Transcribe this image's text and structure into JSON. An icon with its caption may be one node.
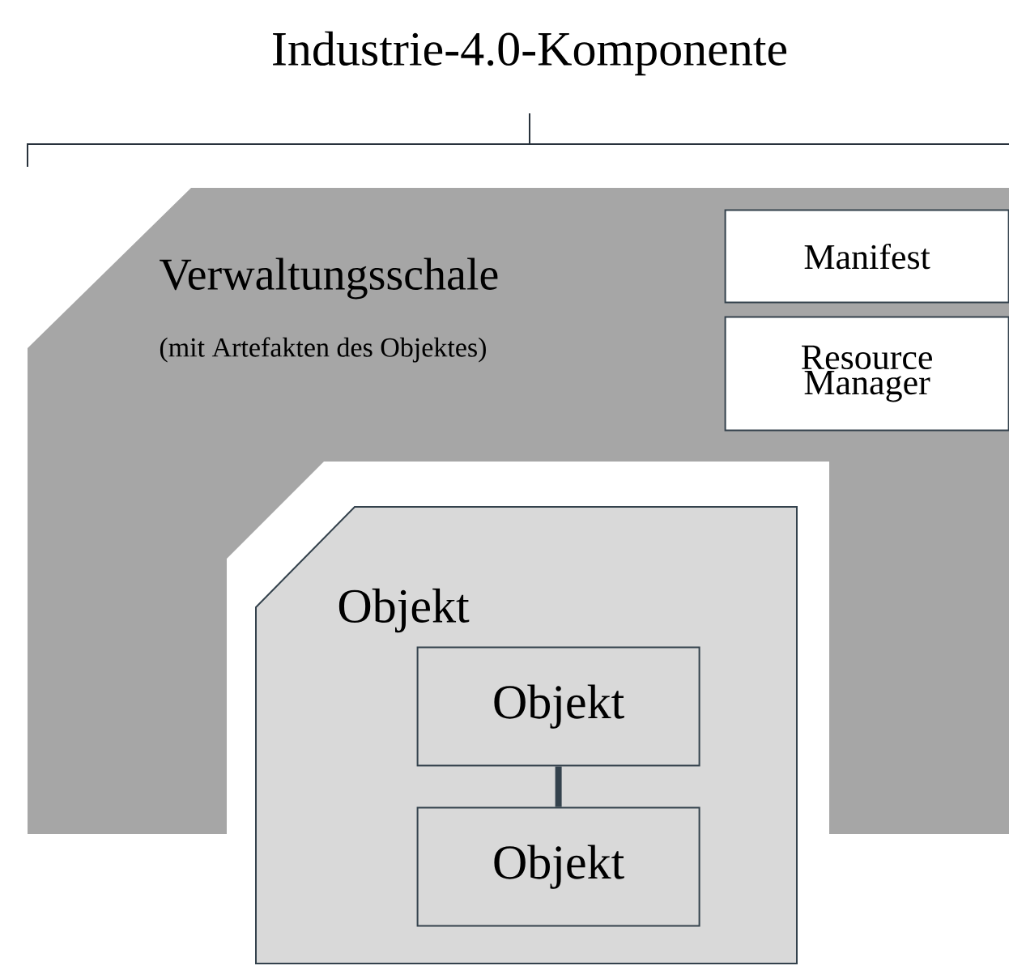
{
  "diagram": {
    "title": "Industrie-4.0-Komponente",
    "nodes": [
      {
        "text": [
          "Verwaltungsschale",
          "(mit Artefakten des Objektes)"
        ]
      },
      {
        "text": [
          "Manifest"
        ],
        "in": 0
      },
      {
        "text": [
          "Resource Manager"
        ],
        "in": 0
      },
      {
        "text": [
          "Objekt"
        ]
      },
      {
        "text": [
          "Objekt"
        ],
        "in": 3
      },
      {
        "text": [
          "Objekt"
        ],
        "in": 3
      }
    ],
    "edges": [
      {
        "from": 4,
        "to": 5,
        "arrow": "none"
      }
    ]
  }
}
